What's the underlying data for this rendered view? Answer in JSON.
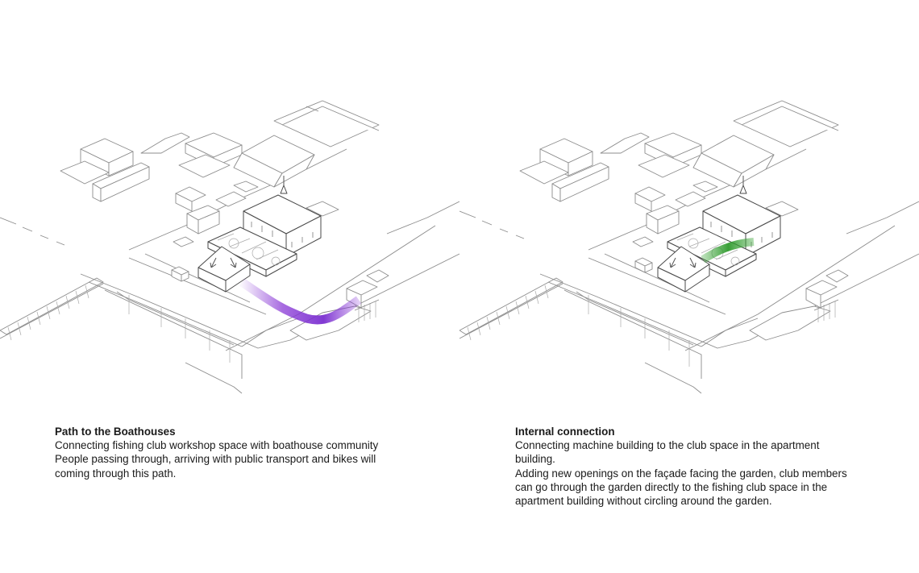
{
  "colors": {
    "path_to_boathouses": "#8a3ad6",
    "internal_connection": "#3da63a",
    "linework": "#8c8c8c",
    "background": "#ffffff"
  },
  "panels": [
    {
      "title": "Path to the Boathouses",
      "lines": [
        "Connecting fishing club workshop space with boathouse community",
        "People passing through, arriving with public transport and bikes will",
        "coming through this path."
      ]
    },
    {
      "title": "Internal connection",
      "lines": [
        "Connecting machine building to the club space in the apartment",
        "building.",
        "Adding new openings on the façade facing the garden, club members",
        "can go through the garden directly to the fishing club space in the",
        "apartment building without circling around the garden."
      ]
    }
  ]
}
